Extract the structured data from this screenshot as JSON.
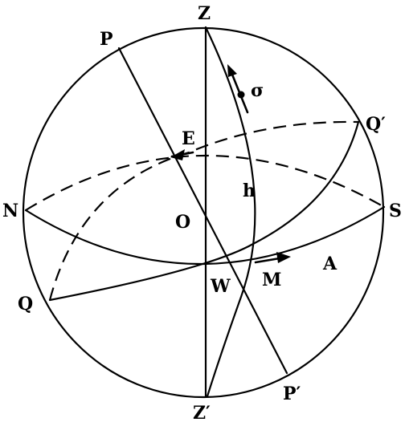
{
  "diagram": {
    "labels": {
      "zenith": "Z",
      "nadir": "Z′",
      "north_pole": "P",
      "south_pole": "P′",
      "north_point": "N",
      "south_point": "S",
      "east_point": "E",
      "west_point": "W",
      "center": "O",
      "equator_point_q": "Q",
      "equator_point_q_prime": "Q′",
      "star": "σ",
      "altitude": "h",
      "foot_point": "M",
      "azimuth": "A"
    },
    "colors": {
      "ink": "#000000",
      "paper": "#ffffff"
    }
  }
}
